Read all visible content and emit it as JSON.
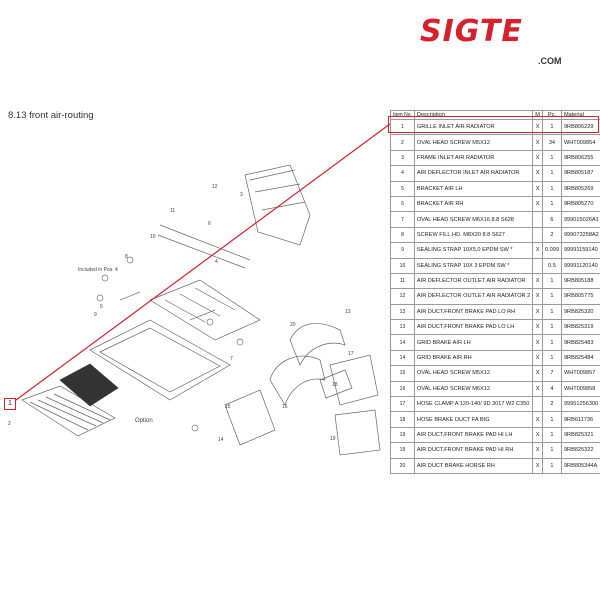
{
  "brand": {
    "logo_text": "SIGTE",
    "domain": ".COM",
    "accent_color": "#d6202a"
  },
  "section": {
    "title": "8.13  front air-routing"
  },
  "diagram": {
    "callouts": [
      "1",
      "2",
      "3",
      "4",
      "5",
      "6",
      "7",
      "8",
      "9",
      "10",
      "11",
      "12",
      "13",
      "14",
      "15",
      "16",
      "17",
      "18",
      "19",
      "20"
    ],
    "labels": {
      "included": "Included in Pos. 4",
      "option": "Option"
    }
  },
  "table": {
    "headers": {
      "no": "Item No.",
      "description": "Description",
      "m": "M",
      "pc": "Pc.",
      "material": "Material"
    },
    "highlighted_row": 1,
    "rows": [
      {
        "no": "1",
        "description": "GRILLE INLET AIR RADIATOR",
        "m": "X",
        "pc": "1",
        "material": "9RB806229"
      },
      {
        "no": "2",
        "description": "OVAL HEAD SCREW M5X12",
        "m": "X",
        "pc": "34",
        "material": "WHT009854"
      },
      {
        "no": "3",
        "description": "FRAME INLET AIR RADIATOR",
        "m": "X",
        "pc": "1",
        "material": "9RB806255"
      },
      {
        "no": "4",
        "description": "AIR DEFLECTOR INLET AIR RADIATOR",
        "m": "X",
        "pc": "1",
        "material": "9RB805187"
      },
      {
        "no": "5",
        "description": "BRACKET AIR LH",
        "m": "X",
        "pc": "1",
        "material": "9RB805269"
      },
      {
        "no": "6",
        "description": "BRACKET AIR RH",
        "m": "X",
        "pc": "1",
        "material": "9RB805270"
      },
      {
        "no": "7",
        "description": "OVAL HEAD SCREW M6X16 8.8 S628",
        "m": "",
        "pc": "6",
        "material": "999015026A1"
      },
      {
        "no": "8",
        "description": "SCREW FILL.HD. M8X20 8.8 S627",
        "m": "",
        "pc": "2",
        "material": "999073258A2"
      },
      {
        "no": "9",
        "description": "SEALING STRAP 10X5,0 EPDM SW *",
        "m": "X",
        "pc": "0.099",
        "material": "99991159140"
      },
      {
        "no": "10",
        "description": "SEALING STRAP 10X 3 EPDM SW *",
        "m": "",
        "pc": "0.5",
        "material": "99991120140"
      },
      {
        "no": "11",
        "description": "AIR DEFLECTOR OUTLET AIR RADIATOR",
        "m": "X",
        "pc": "1",
        "material": "9RB805188"
      },
      {
        "no": "12",
        "description": "AIR DEFLECTOR OUTLET AIR RADIATOR 2",
        "m": "X",
        "pc": "1",
        "material": "9RB805775"
      },
      {
        "no": "13",
        "description": "AIR DUCT,FRONT BRAKE PAD LO RH",
        "m": "X",
        "pc": "1",
        "material": "9RB825320"
      },
      {
        "no": "13",
        "description": "AIR DUCT,FRONT BRAKE PAD LO LH",
        "m": "X",
        "pc": "1",
        "material": "9RB825319"
      },
      {
        "no": "14",
        "description": "GRID BRAKE AIR LH",
        "m": "X",
        "pc": "1",
        "material": "9RB825483"
      },
      {
        "no": "14",
        "description": "GRID BRAKE AIR RH",
        "m": "X",
        "pc": "1",
        "material": "9RB825484"
      },
      {
        "no": "15",
        "description": "OVAL HEAD SCREW M5X12",
        "m": "X",
        "pc": "7",
        "material": "WHT009857"
      },
      {
        "no": "16",
        "description": "OVAL HEAD SCREW M6X12",
        "m": "X",
        "pc": "4",
        "material": "WHT009858"
      },
      {
        "no": "17",
        "description": "HOSE CLAMP A 120-140/ 9D 3017 W2 C350",
        "m": "",
        "pc": "2",
        "material": "99951256300"
      },
      {
        "no": "18",
        "description": "HOSE BRAKE DUCT FA BIG",
        "m": "X",
        "pc": "1",
        "material": "9RB611736"
      },
      {
        "no": "19",
        "description": "AIR DUCT,FRONT BRAKE PAD HI LH",
        "m": "X",
        "pc": "1",
        "material": "9RB825321"
      },
      {
        "no": "19",
        "description": "AIR DUCT,FRONT BRAKE PAD HI RH",
        "m": "X",
        "pc": "1",
        "material": "9RB825322"
      },
      {
        "no": "20",
        "description": "AIR DUCT BRAKE HORSE RH",
        "m": "X",
        "pc": "1",
        "material": "9RB805344A"
      }
    ]
  }
}
